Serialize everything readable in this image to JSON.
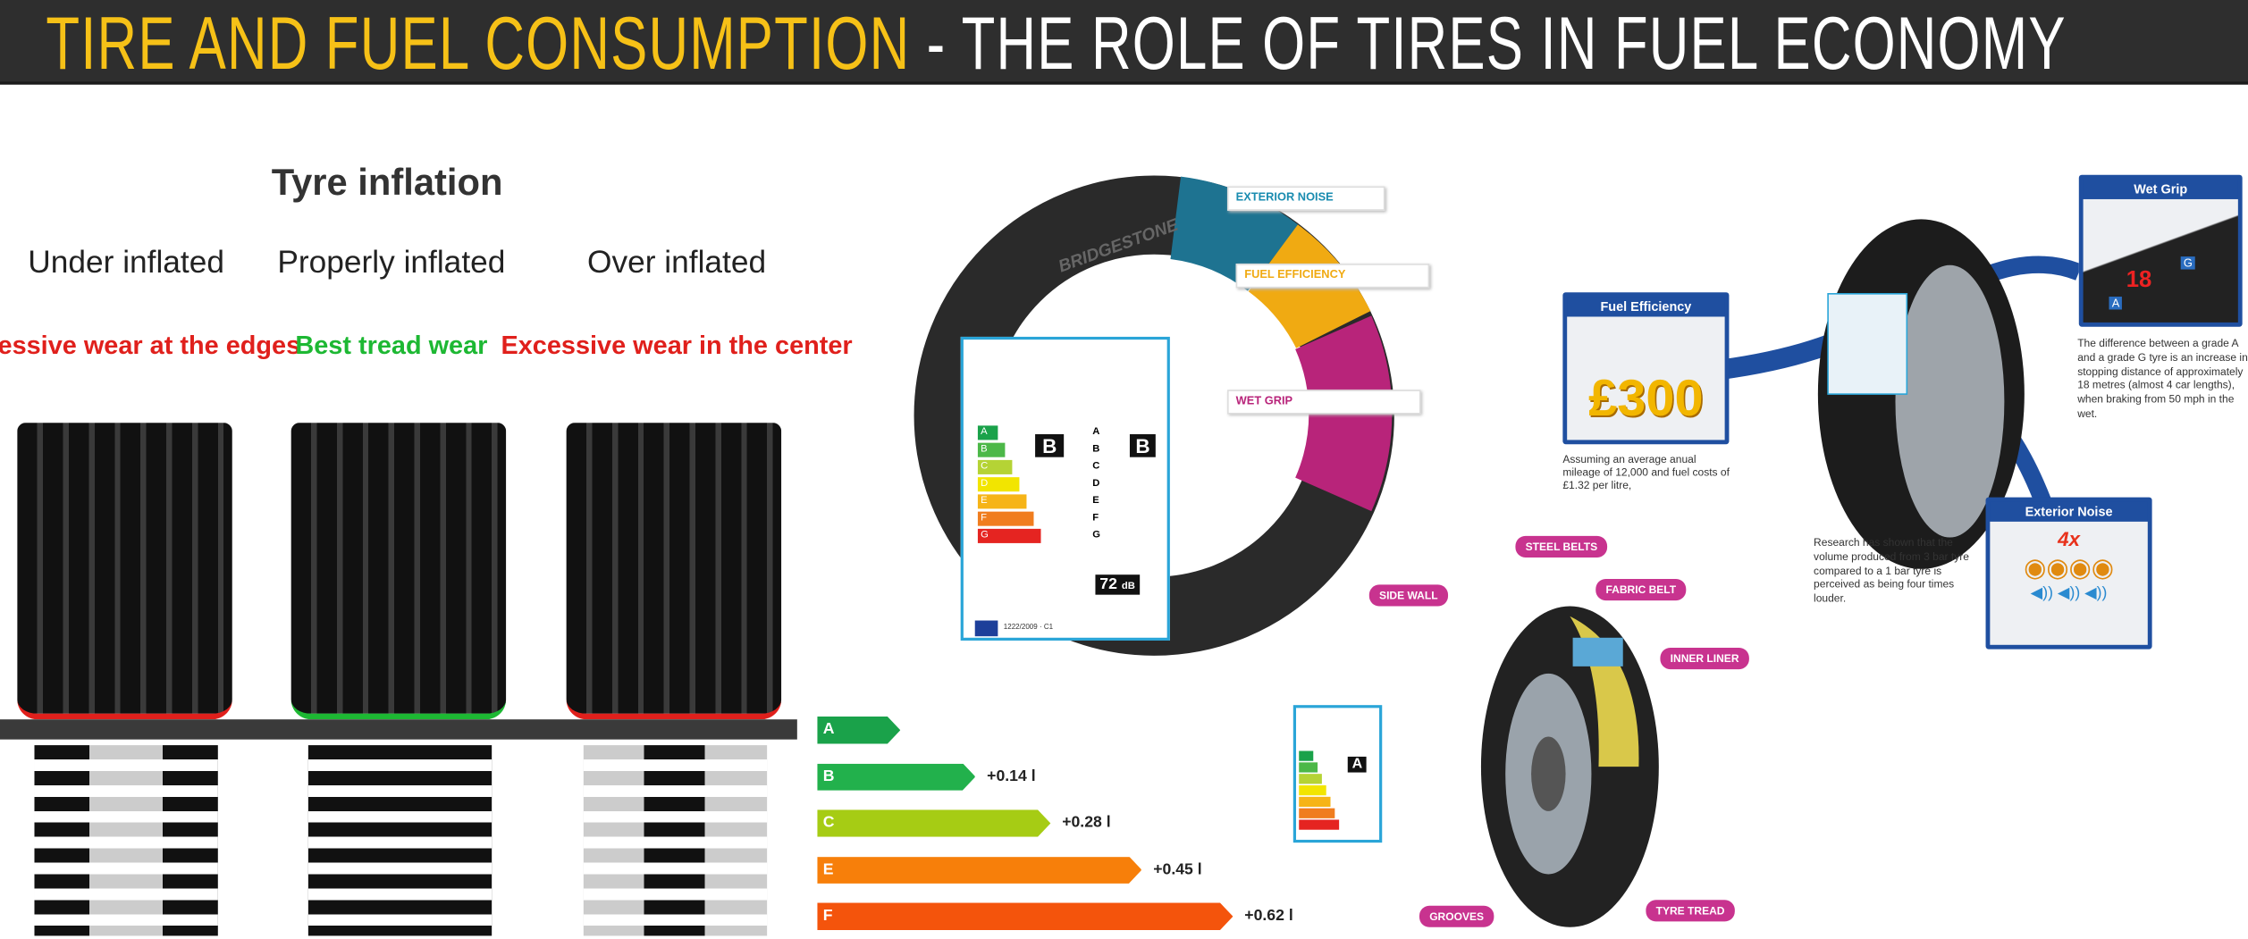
{
  "header": {
    "title_highlight": "TIRE AND FUEL CONSUMPTION",
    "title_rest": " - THE ROLE OF TIRES IN FUEL ECONOMY"
  },
  "inflation": {
    "heading": "Tyre inflation",
    "columns": [
      {
        "title": "Under inflated",
        "subtitle": "Excessive wear at the edges",
        "color": "#e0201c"
      },
      {
        "title": "Properly inflated",
        "subtitle": "Best tread wear",
        "color": "#1db833"
      },
      {
        "title": "Over inflated",
        "subtitle": "Excessive wear in the center",
        "color": "#e0201c"
      }
    ]
  },
  "tyre_label": {
    "segments": [
      "EXTERIOR NOISE",
      "FUEL EFFICIENCY",
      "WET GRIP"
    ],
    "brand": "BRIDGESTONE",
    "grades": [
      "A",
      "B",
      "C",
      "D",
      "E",
      "F",
      "G"
    ],
    "fuel_grade": "B",
    "wet_grade": "B",
    "noise": "72",
    "noise_unit": "dB",
    "regulation": "1222/2009 · C1"
  },
  "fuel_bars": [
    {
      "grade": "A",
      "value": "",
      "color": "#1aa24a"
    },
    {
      "grade": "B",
      "value": "+0.14 l",
      "color": "#22b14c"
    },
    {
      "grade": "C",
      "value": "+0.28 l",
      "color": "#a6cc14"
    },
    {
      "grade": "E",
      "value": "+0.45 l",
      "color": "#f77f0a"
    },
    {
      "grade": "F",
      "value": "+0.62 l",
      "color": "#f4540c"
    }
  ],
  "mini_label": {
    "grade": "A"
  },
  "anatomy": {
    "labels": [
      "STEEL BELTS",
      "SIDE WALL",
      "FABRIC BELT",
      "INNER LINER",
      "GROOVES",
      "TYRE TREAD"
    ],
    "color": "#c8338f"
  },
  "info": {
    "fuel": {
      "title": "Fuel Efficiency",
      "amount": "£300",
      "text": "Assuming an average anual mileage of 12,000 and fuel costs of £1.32 per litre,"
    },
    "wet": {
      "title": "Wet Grip",
      "distance": "18",
      "grade_a": "A",
      "grade_g": "G",
      "text": "The difference between a grade A and a grade G tyre is an increase in stopping distance of approximately 18 metres (almost 4 car lengths), when braking from 50 mph in the wet."
    },
    "noise": {
      "title": "Exterior Noise",
      "multiplier": "4x",
      "text": "Research has shown that the volume produced from 3 bar tyre compared to a 1 bar tyre is perceived as being four times louder."
    }
  }
}
